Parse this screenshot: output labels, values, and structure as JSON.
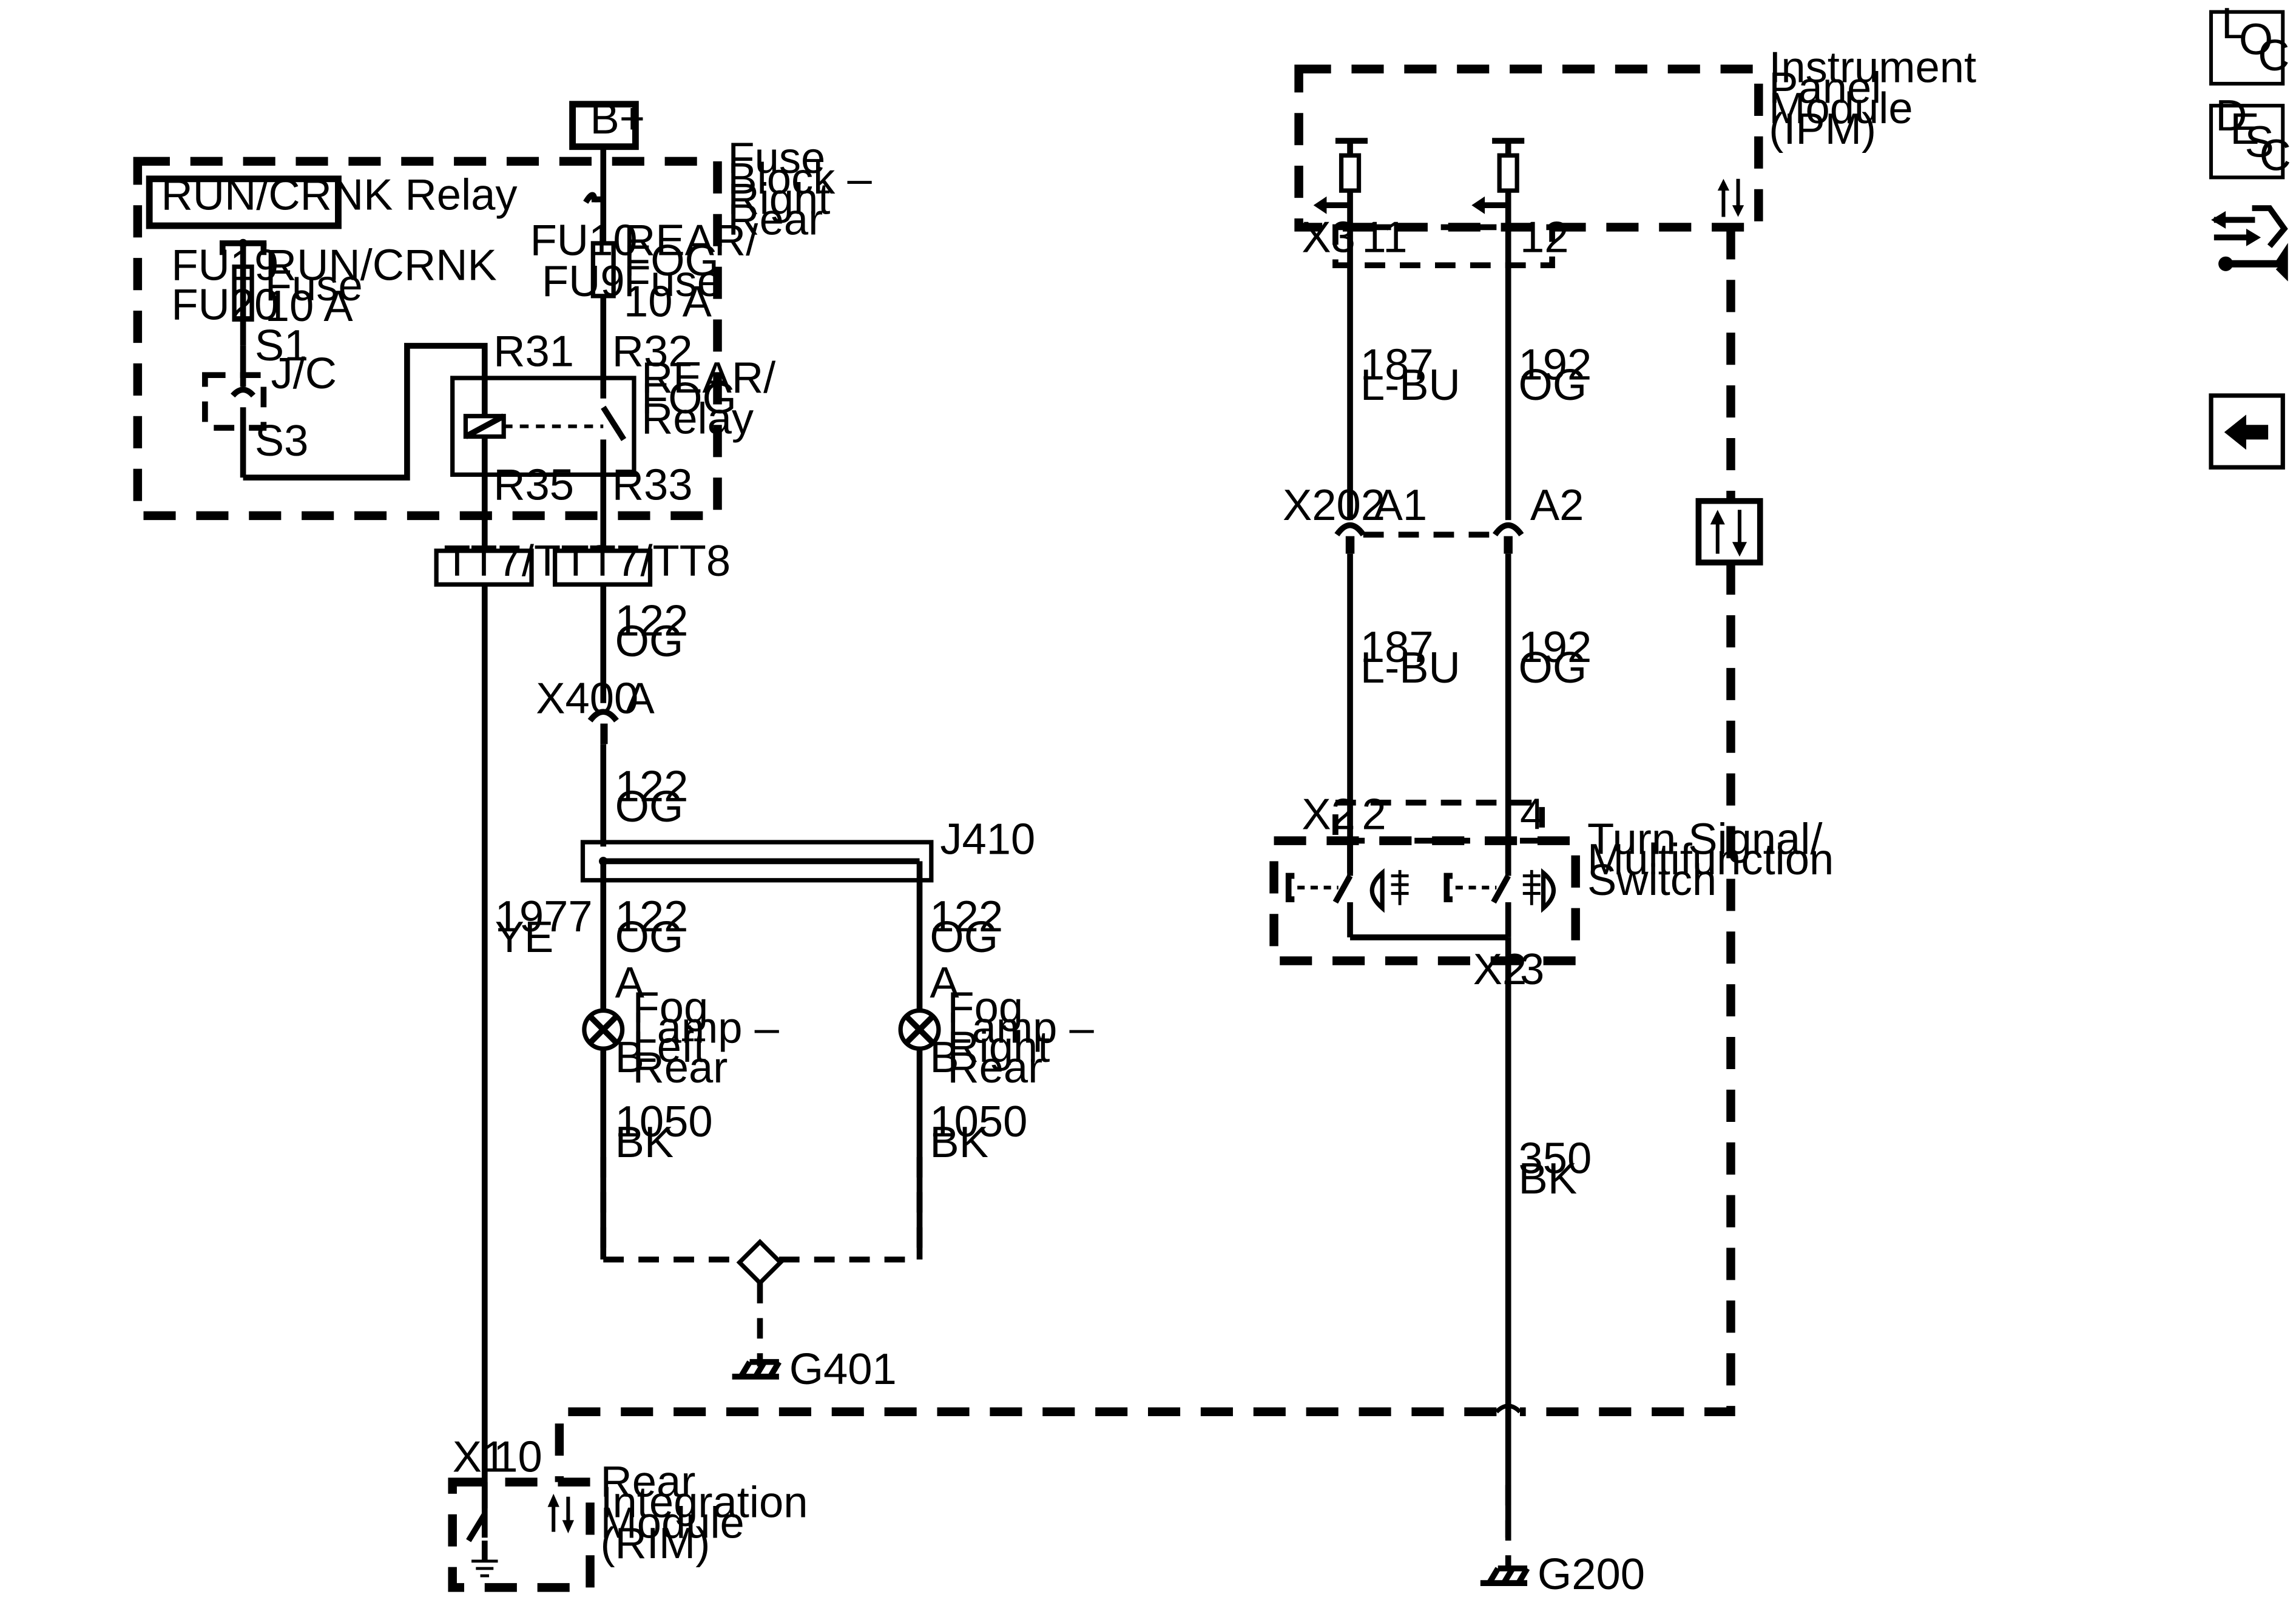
{
  "power": {
    "bplus": "B+"
  },
  "fuse_block": {
    "title_lines": [
      "Fuse",
      "Block –",
      "Right",
      "Rear"
    ],
    "run_relay_label": "RUN/CRNK Relay",
    "fu19": "FU19",
    "fu20": "FU20",
    "run_fuse_lines": [
      "RUN/CRNK",
      "Fuse",
      "10 A"
    ],
    "fu10": "FU10",
    "fu9": "FU9",
    "rear_fuse_lines": [
      "REAR/",
      "FOG",
      "Fuse",
      "10 A"
    ],
    "s1": "S1",
    "jc": "J/C",
    "s3": "S3",
    "r31": "R31",
    "r32": "R32",
    "r35": "R35",
    "r33": "R33",
    "relay_lines": [
      "REAR/",
      "FOG",
      "Relay"
    ]
  },
  "connectors": {
    "tt_left": "TT7/TT8",
    "tt_right": "TT7/TT8",
    "x400": "X400",
    "x400_pin": "A",
    "j410": "J410",
    "x3": "X3",
    "x3_pin11": "11",
    "x3_pin12": "12",
    "x202": "X202",
    "x202_a1": "A1",
    "x202_a2": "A2",
    "x2_top": "X2",
    "x2_pin2": "2",
    "x2_pin4": "4",
    "x2_bot": "X2",
    "x2_pin3": "3",
    "x1": "X1",
    "x1_pin": "10"
  },
  "wires": {
    "w122_a": [
      "122",
      "OG"
    ],
    "w122_b": [
      "122",
      "OG"
    ],
    "w122_c": [
      "122",
      "OG"
    ],
    "w122_d": [
      "122",
      "OG"
    ],
    "w1977": [
      "1977",
      "YE"
    ],
    "w1050_l": [
      "1050",
      "BK"
    ],
    "w1050_r": [
      "1050",
      "BK"
    ],
    "w187_a": [
      "187",
      "L-BU"
    ],
    "w187_b": [
      "187",
      "L-BU"
    ],
    "w192_a": [
      "192",
      "OG"
    ],
    "w192_b": [
      "192",
      "OG"
    ],
    "w350": [
      "350",
      "BK"
    ]
  },
  "lamps": {
    "left_a": "A",
    "left_b": "B",
    "left_lines": [
      "Fog",
      "Lamp –",
      "Left",
      "Rear"
    ],
    "right_a": "A",
    "right_b": "B",
    "right_lines": [
      "Fog",
      "Lamp –",
      "Right",
      "Rear"
    ]
  },
  "grounds": {
    "g401": "G401",
    "g200": "G200"
  },
  "modules": {
    "ipm_lines": [
      "Instrument",
      "Panel",
      "Module",
      "(IPM)"
    ],
    "switch_lines": [
      "Turn Signal/",
      "Multifunction",
      "Switch"
    ],
    "rim_lines": [
      "Rear",
      "Integration",
      "Module",
      "(RIM)"
    ]
  },
  "nav": {
    "loc": [
      "L",
      "O",
      "C"
    ],
    "desc": [
      "D",
      "E",
      "S",
      "C"
    ]
  }
}
